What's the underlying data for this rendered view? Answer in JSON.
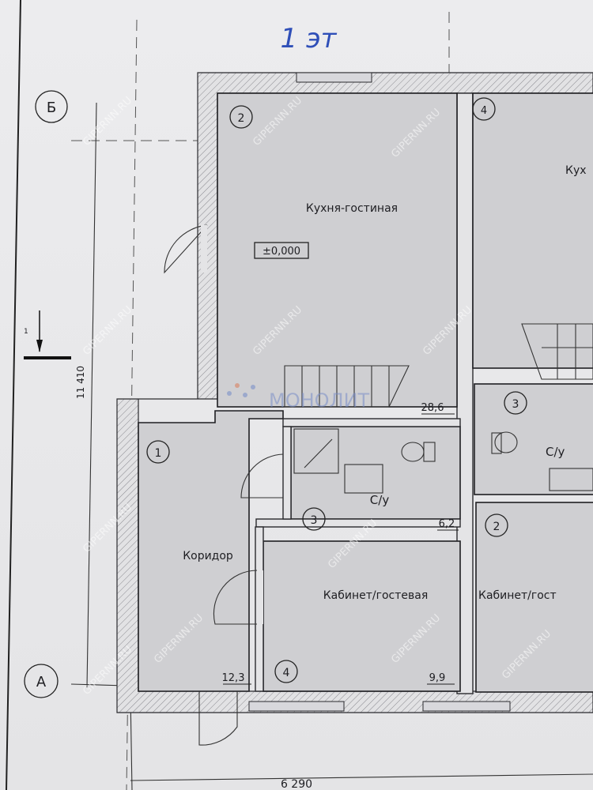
{
  "header": {
    "floor_note": "1 эт"
  },
  "axes": {
    "top": "Б",
    "bottom": "А"
  },
  "dimensions": {
    "vertical": "11 410",
    "horizontal": "6 290"
  },
  "section_mark": "1",
  "elevation_mark": "±0,000",
  "rooms": [
    {
      "number": "2",
      "name": "Кухня-гостиная",
      "area": "28,6"
    },
    {
      "number": "1",
      "name": "Коридор",
      "area": "12,3"
    },
    {
      "number": "3",
      "name": "С/у",
      "area": "6,2"
    },
    {
      "number": "4",
      "name": "Кабинет/гостевая",
      "area": "9,9"
    }
  ],
  "neighbor_rooms": [
    {
      "number": "4",
      "name": "Кух"
    },
    {
      "number": "3",
      "name": "С/у"
    },
    {
      "number": "2",
      "name": "Кабинет/гост"
    }
  ],
  "watermark": {
    "site": "GIPERNN.RU",
    "logo": "МОНОЛИТ"
  },
  "colors": {
    "ink": "#1e1e22",
    "floor": "#cfcfd2",
    "paper": "#e9e9eb",
    "handwriting": "#2f4fb8",
    "logo": "#7a8fc8"
  }
}
